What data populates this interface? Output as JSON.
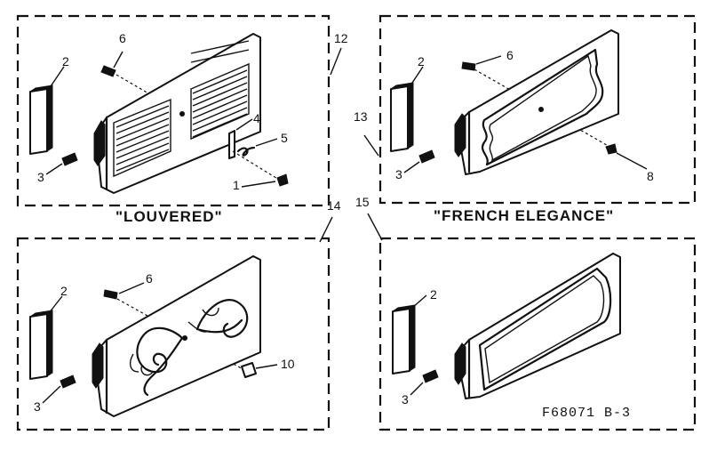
{
  "panels": {
    "louvered": {
      "group_number": "12",
      "caption": "\"LOUVERED\"",
      "callouts": {
        "side_trim": "2",
        "screw_small": "3",
        "screw_top": "6",
        "clip": "4",
        "spring": "5",
        "screw_bottom": "1"
      }
    },
    "french_elegance": {
      "group_number": "13",
      "caption": "\"FRENCH ELEGANCE\"",
      "callouts": {
        "side_trim": "2",
        "screw_small": "3",
        "screw_top": "6",
        "knob": "8"
      }
    },
    "scroll": {
      "group_number": "14",
      "callouts": {
        "side_trim": "2",
        "screw_small": "3",
        "screw_top": "6",
        "knob": "10"
      }
    },
    "plain": {
      "group_number": "15",
      "callouts": {
        "side_trim": "2",
        "screw_small": "3"
      },
      "drawing_code": "F68071 B-3"
    }
  }
}
